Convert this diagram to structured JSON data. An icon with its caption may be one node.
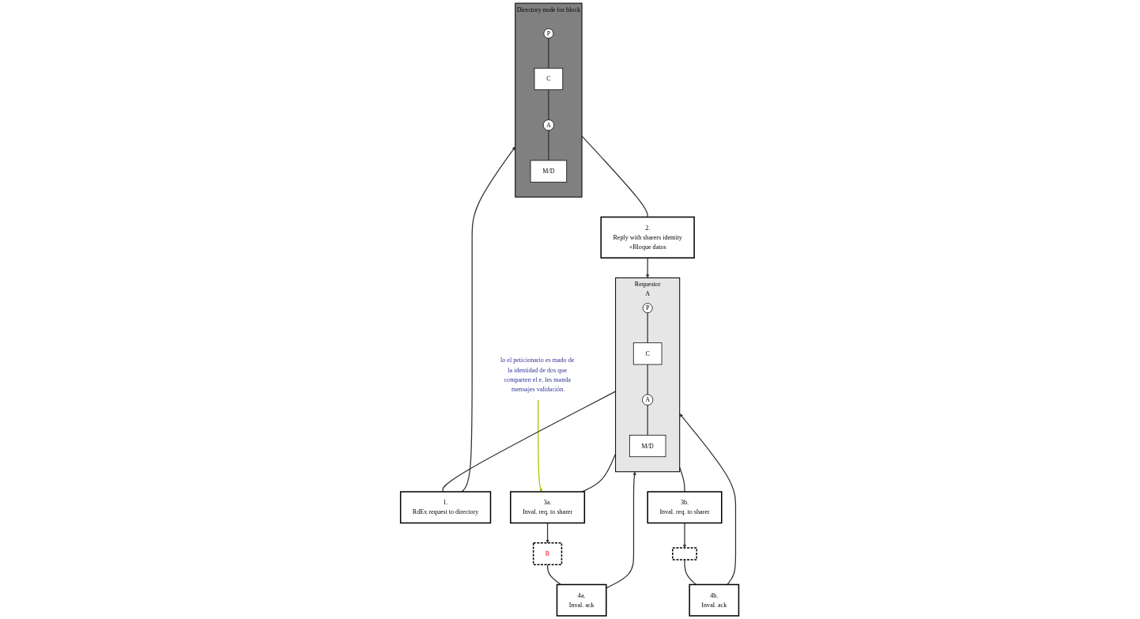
{
  "diagram": {
    "nodes": [
      {
        "text": [
          "Requestor",
          "A"
        ]
      },
      {
        "text": [
          "P"
        ],
        "in": 0
      },
      {
        "text": [
          "C"
        ],
        "in": 0
      },
      {
        "text": [
          "A"
        ],
        "in": 0
      },
      {
        "text": [
          "M/D"
        ],
        "in": 0
      },
      {
        "text": [
          "1.",
          "RdEx request to directory"
        ]
      },
      {
        "text": [
          "Directory node for block"
        ]
      },
      {
        "text": [
          "P"
        ],
        "in": 6
      },
      {
        "text": [
          "C"
        ],
        "in": 6
      },
      {
        "text": [
          "A"
        ],
        "in": 6
      },
      {
        "text": [
          "M/D"
        ],
        "in": 6
      },
      {
        "text": [
          "2.",
          "Reply with sharers identity",
          "+Bloque datos"
        ]
      },
      {
        "text": [
          "lo el peticionario es mado de la identidad de dos que comparten el e, les manda mensajes validación."
        ]
      },
      {
        "text": [
          "3a.",
          "Inval. req. to sharer"
        ]
      },
      {
        "text": [
          "4a.",
          "Inval. ack"
        ]
      },
      {
        "text": [
          "3b.",
          "Inval. req. to sharer"
        ]
      },
      {
        "text": [
          "4b.",
          "Inval. ack"
        ]
      },
      {
        "text": [
          "B"
        ]
      },
      {
        "text": [],
        "shape": "box"
      }
    ],
    "edges": [
      {
        "from": 1,
        "to": 2,
        "arrow": "none"
      },
      {
        "from": 2,
        "to": 3,
        "arrow": "none"
      },
      {
        "from": 3,
        "to": 4,
        "arrow": "none"
      },
      {
        "from": 7,
        "to": 8,
        "arrow": "none"
      },
      {
        "from": 8,
        "to": 9,
        "arrow": "none"
      },
      {
        "from": 9,
        "to": 10,
        "arrow": "none"
      },
      {
        "from": 0,
        "to": 5,
        "arrow": "none"
      },
      {
        "from": 5,
        "to": 6,
        "arrow": "to"
      },
      {
        "from": 6,
        "to": 11,
        "arrow": "none"
      },
      {
        "from": 11,
        "to": 0,
        "arrow": "to"
      },
      {
        "from": 0,
        "to": 13,
        "arrow": "none"
      },
      {
        "from": 13,
        "to": 17,
        "arrow": "to"
      },
      {
        "from": 17,
        "to": 14,
        "arrow": "none"
      },
      {
        "from": 14,
        "to": 0,
        "arrow": "to"
      },
      {
        "from": 0,
        "to": 15,
        "arrow": "none"
      },
      {
        "from": 15,
        "to": 18,
        "arrow": "to"
      },
      {
        "from": 18,
        "to": 16,
        "arrow": "none"
      },
      {
        "from": 16,
        "to": 0,
        "arrow": "to"
      },
      {
        "from": 12,
        "to": 13,
        "arrow": "to",
        "color": "#99cc00"
      }
    ]
  }
}
